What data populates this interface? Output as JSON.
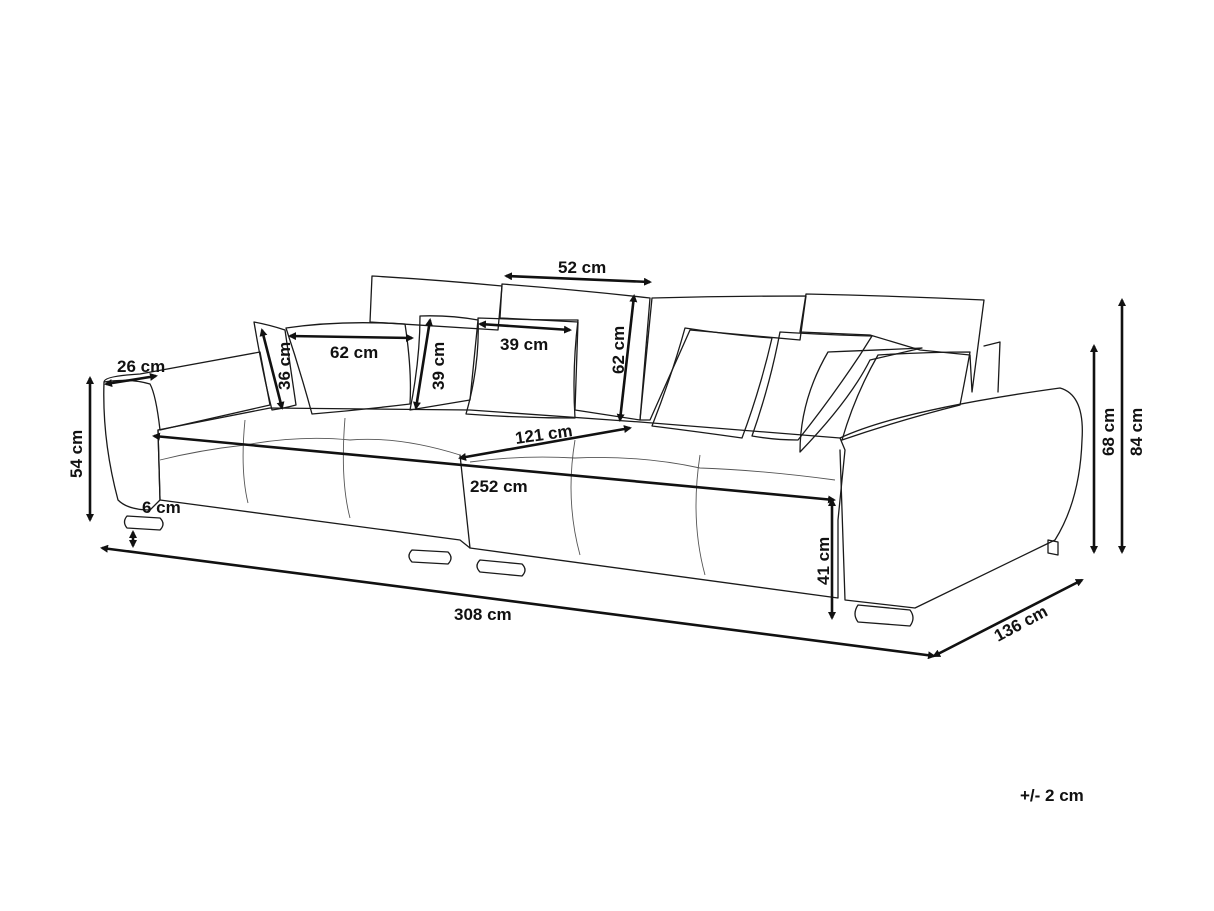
{
  "diagram": {
    "subject": "sofa",
    "colors": {
      "line": "#1a1a1a",
      "background": "#ffffff"
    },
    "dimensions": {
      "back_cushion_width": "52 cm",
      "back_cushion_height": "62 cm",
      "large_pillow_width": "62 cm",
      "large_pillow_height": "36 cm",
      "small_pillow_height": "39 cm",
      "small_pillow_width": "39 cm",
      "armrest_width": "26 cm",
      "armrest_height": "54 cm",
      "seat_depth": "121 cm",
      "seat_width": "252 cm",
      "leg_height": "6 cm",
      "seat_height": "41 cm",
      "total_width": "308 cm",
      "total_depth": "136 cm",
      "back_height": "68 cm",
      "total_height": "84 cm"
    },
    "tolerance": "+/- 2 cm"
  }
}
